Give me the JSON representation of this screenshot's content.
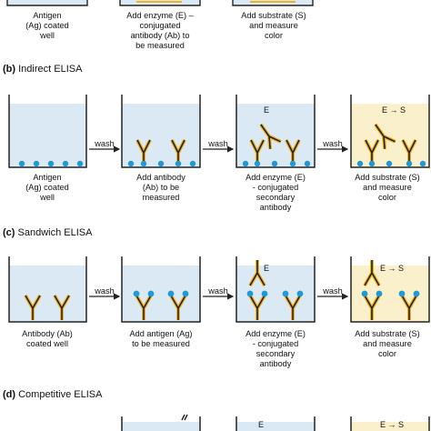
{
  "colors": {
    "well_fill": "#dbe9f5",
    "well_fill_substrate": "#fbf0cc",
    "well_border": "#222222",
    "antigen": "#1e9ad6",
    "antibody": "#222222",
    "antibody_highlight": "#f2b21b",
    "arrow": "#222222"
  },
  "top_row": {
    "captions": [
      "Antigen\n(Ag) coated\nwell",
      "Add enzyme (E) –\nconjugated\nantibody (Ab) to\nbe measured",
      "Add substrate (S)\nand measure\ncolor"
    ]
  },
  "indirect": {
    "label": "(b)",
    "title": "Indirect ELISA",
    "wash": "wash",
    "enzyme": "E",
    "substrate_label": "E → S",
    "captions": [
      "Antigen\n(Ag) coated\nwell",
      "Add antibody\n(Ab) to be\nmeasured",
      "Add enzyme (E)\n- conjugated\nsecondary\nantibody",
      "Add substrate (S)\nand measure\ncolor"
    ]
  },
  "sandwich": {
    "label": "(c)",
    "title": "Sandwich ELISA",
    "wash": "wash",
    "enzyme": "E",
    "substrate_label": "E → S",
    "captions": [
      "Antibody (Ab)\ncoated well",
      "Add antigen (Ag)\nto be measured",
      "Add enzyme (E)\n- conjugated\nsecondary\nantibody",
      "Add substrate (S)\nand measure\ncolor"
    ]
  },
  "competitive": {
    "label": "(d)",
    "title": "Competitive ELISA",
    "enzyme": "E",
    "substrate_label": "E → S"
  }
}
